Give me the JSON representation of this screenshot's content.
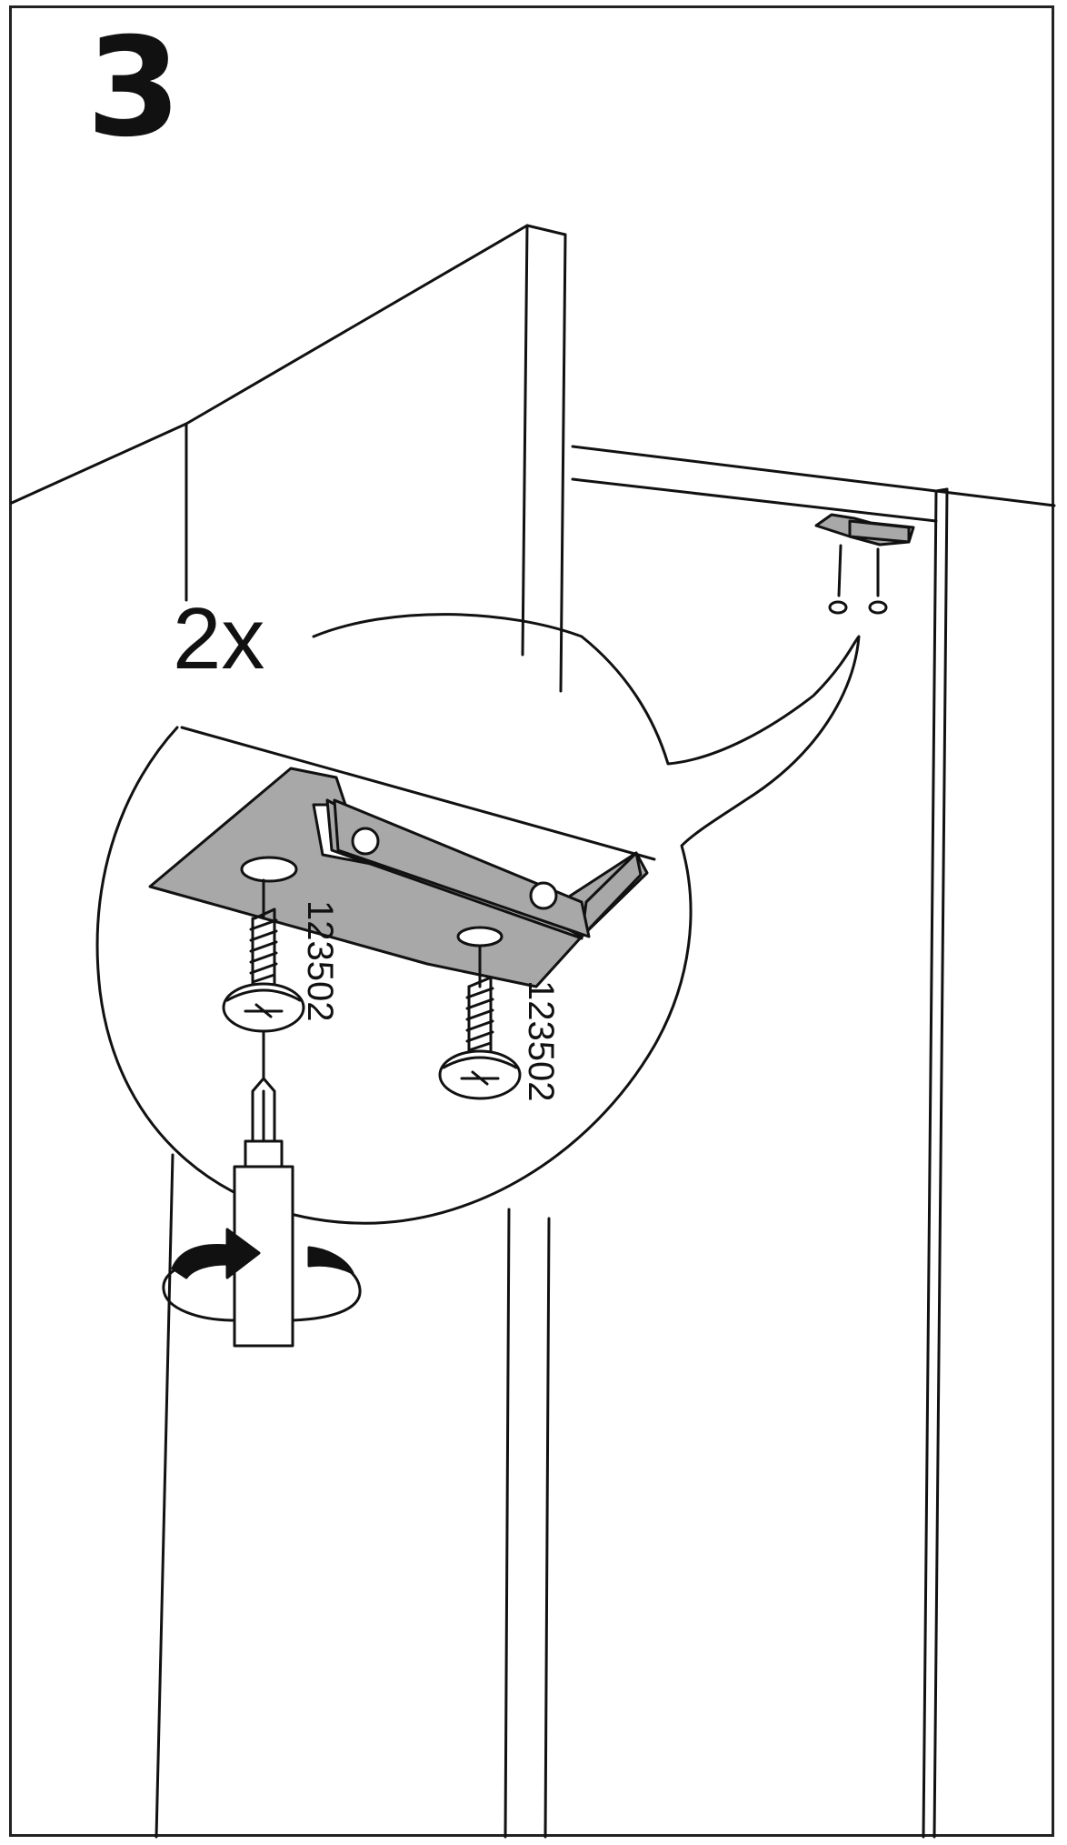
{
  "step": {
    "number": "3"
  },
  "quantity": {
    "label": "2x"
  },
  "parts": [
    {
      "number": "123502"
    },
    {
      "number": "123502"
    }
  ],
  "colors": {
    "line": "#111111",
    "bracket_fill": "#a8a8a8",
    "background": "#ffffff"
  },
  "icons": {
    "rotation": "clockwise-rotate-arrow-icon",
    "tool": "screwdriver-icon"
  }
}
